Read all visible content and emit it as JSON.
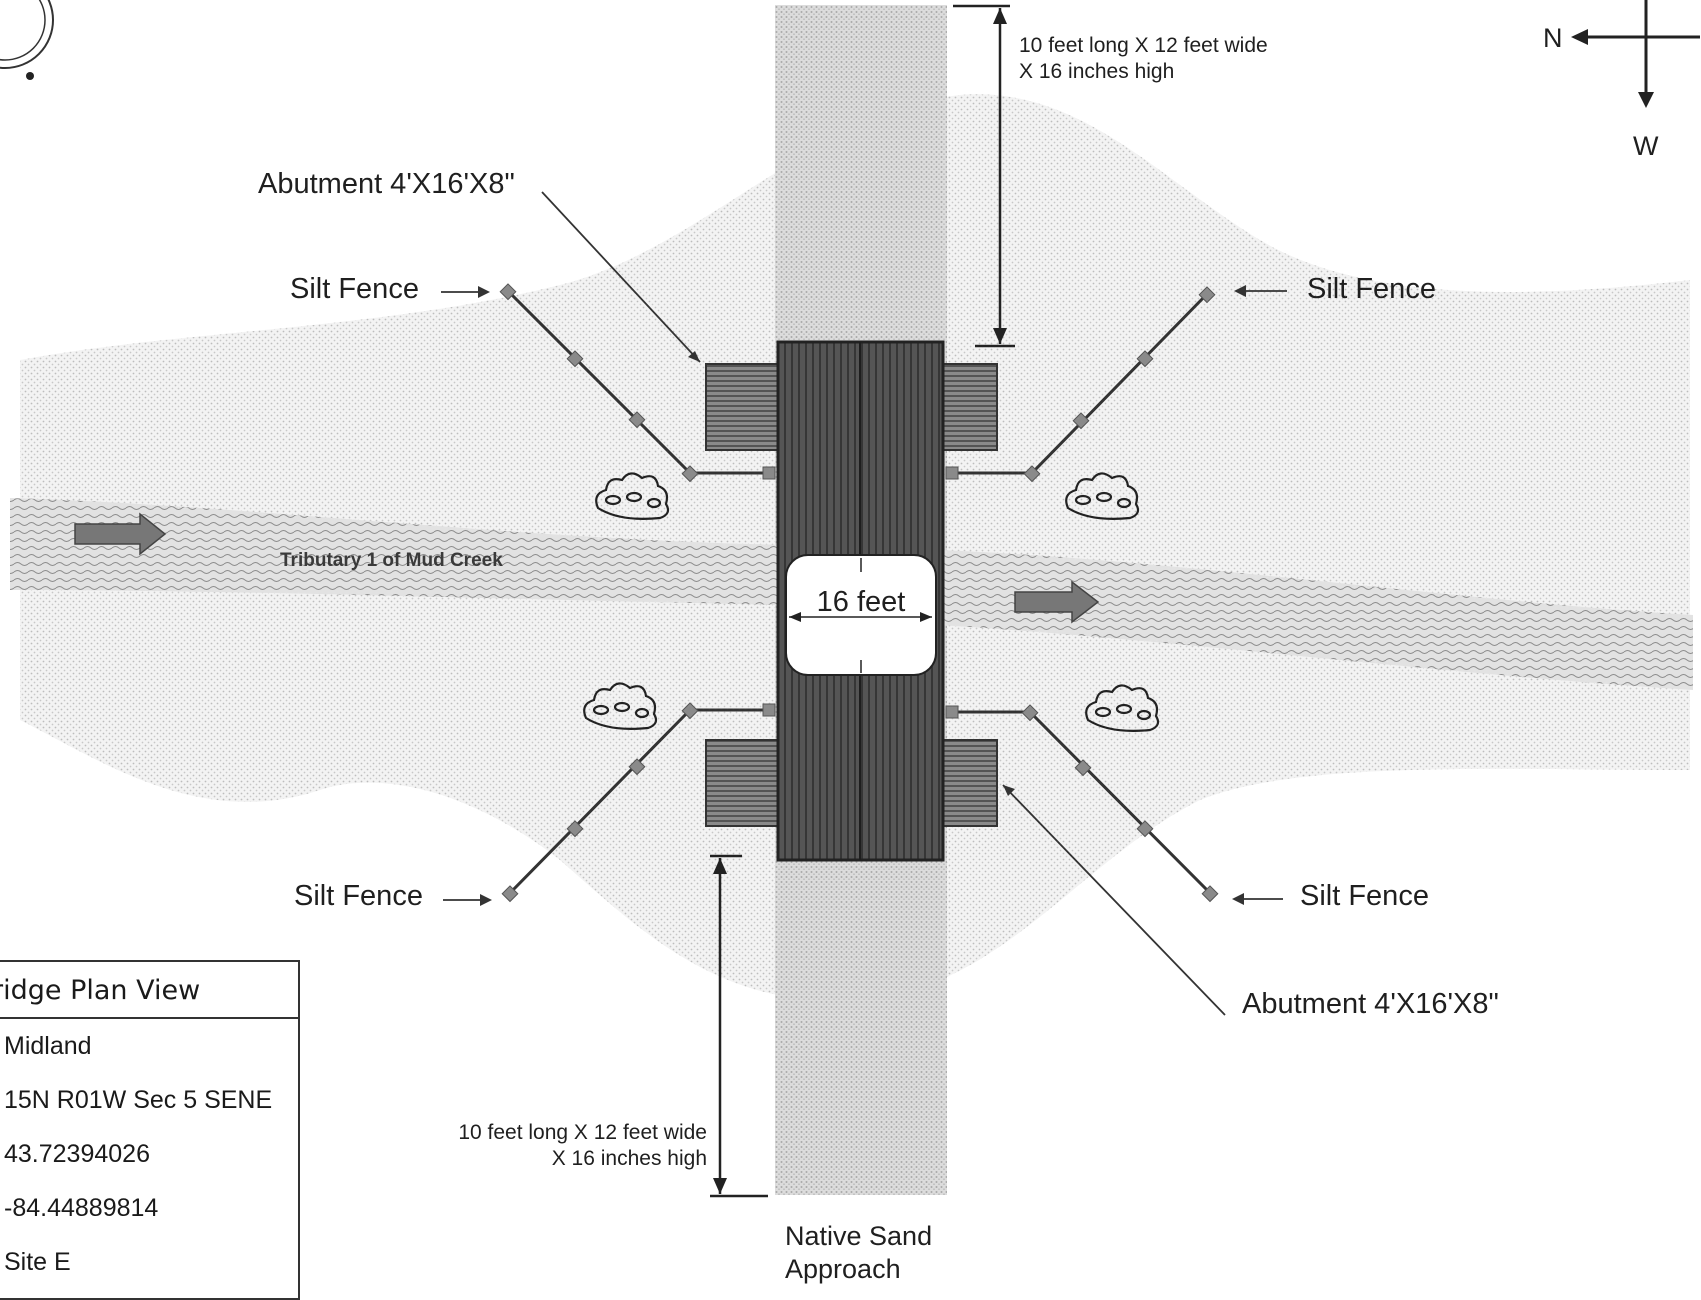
{
  "compass": {
    "north": "N",
    "west": "W"
  },
  "labels": {
    "abutment_top": "Abutment 4'X16'X8\"",
    "abutment_bottom": "Abutment 4'X16'X8\"",
    "silt_top_left": "Silt Fence",
    "silt_top_right": "Silt Fence",
    "silt_bottom_left": "Silt Fence",
    "silt_bottom_right": "Silt Fence",
    "approach_top_line1": "10 feet long X 12 feet wide",
    "approach_top_line2": "X 16 inches high",
    "approach_bottom_line1": "10 feet long X 12 feet wide",
    "approach_bottom_line2": "X 16 inches high",
    "stream": "Tributary 1 of Mud Creek",
    "bridge_width": "16 feet",
    "native_line1": "Native Sand",
    "native_line2": "Approach"
  },
  "legend": {
    "title": "ridge Plan View",
    "rows": [
      "Midland",
      "15N R01W Sec 5 SENE",
      "43.72394026",
      "-84.44889814",
      "Site E"
    ]
  },
  "colors": {
    "deck": "#4a4a4a",
    "fence": "#333333",
    "post": "#7a7a7a",
    "water": "#9a9a9a",
    "sand": "#c9c9c9"
  }
}
